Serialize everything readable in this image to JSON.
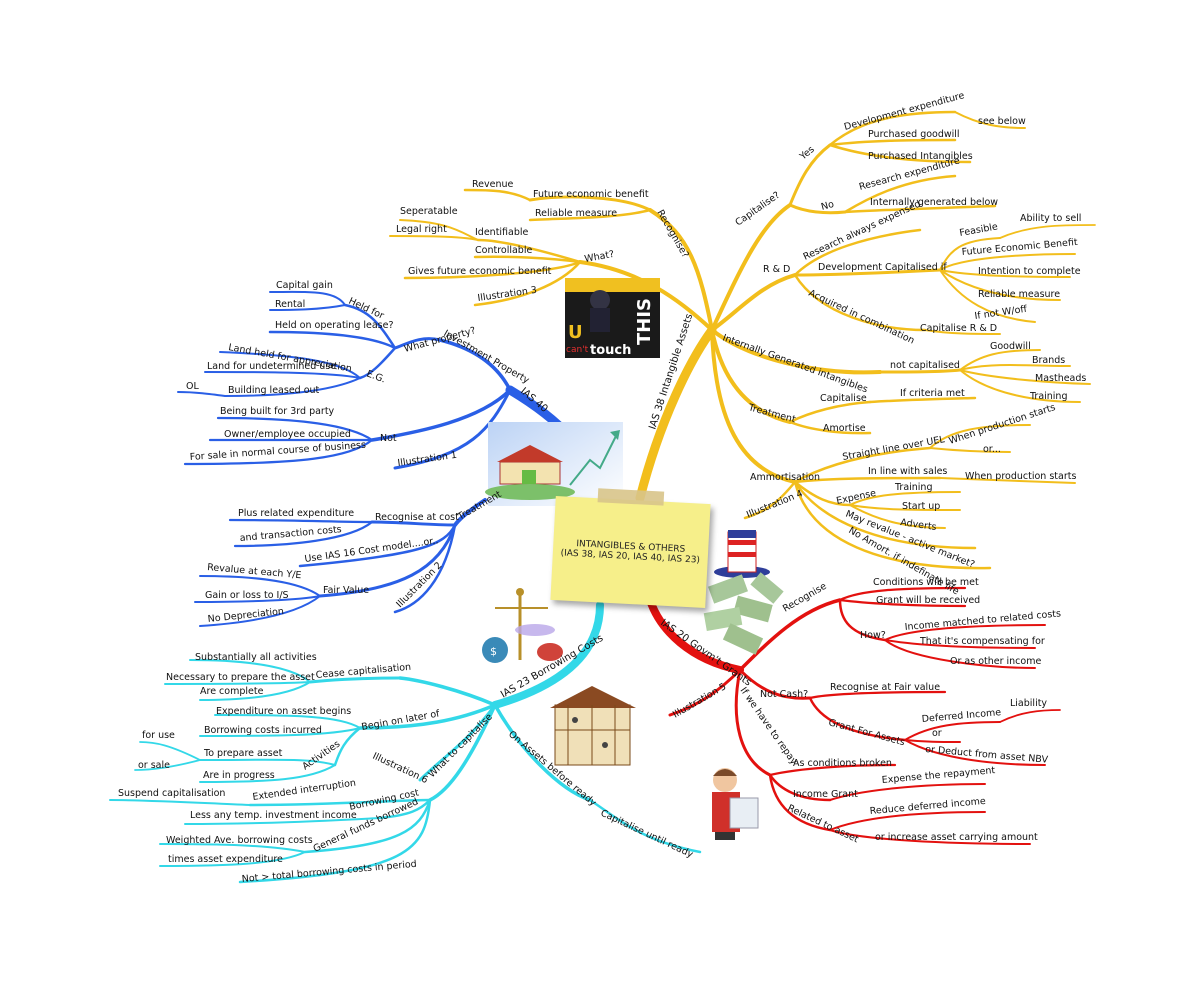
{
  "center": {
    "title": "INTANGIBLES & OTHERS",
    "subtitle": "(IAS 38, IAS 20, IAS 40, IAS 23)"
  },
  "colors": {
    "ias38": "#f2be1c",
    "ias40": "#2a5fe6",
    "ias20": "#e3110f",
    "ias23": "#33d8e8"
  },
  "images": {
    "ias38": "U can't touch THIS poster",
    "ias40": "house with rising chart",
    "ias20": "uncle sam hat with dollar bills",
    "ias23": "scales of justice",
    "ias23b": "house under construction",
    "ias20b": "worried person reading papers"
  },
  "ias38": {
    "main": "IAS 38 Intangible Assets",
    "recognise": "Recognise?",
    "future_economic_benefit": "Future economic benefit",
    "revenue": "Revenue",
    "reliable_measure": "Reliable measure",
    "what": "What?",
    "identifiable": "Identifiable",
    "seperatable": "Seperatable",
    "legal_right": "Legal right",
    "controllable": "Controllable",
    "gives_future": "Gives future economic benefit",
    "illustration3": "Illustration 3",
    "capitalise_q": "Capitalise?",
    "yes": "Yes",
    "development_expenditure": "Development expenditure",
    "see_below": "see below",
    "purchased_goodwill": "Purchased goodwill",
    "purchased_intangibles": "Purchased Intangibles",
    "no": "No",
    "research_expenditure": "Research expenditure",
    "internally_generated_below": "Internally generated below",
    "rd": "R & D",
    "research_always": "Research always expensed",
    "development_cap_if": "Development Capitalised if",
    "feasible": "Feasible",
    "ability_to_sell": "Ability to sell",
    "future_eco_benefit": "Future Economic Benefit",
    "intention": "Intention to complete",
    "reliable_measure2": "Reliable measure",
    "if_not": "If not W/off",
    "acquired_combination": "Acquired in combination",
    "capitalise_rd": "Capitalise R & D",
    "internally_generated": "Internally Generated intangibles",
    "not_capitalised": "not capitalised",
    "goodwill": "Goodwill",
    "brands": "Brands",
    "mastheads": "Mastheads",
    "training": "Training",
    "treatment": "Treatment",
    "capitalise": "Capitalise",
    "if_criteria": "If criteria met",
    "amortise": "Amortise",
    "ammortisation": "Ammortisation",
    "straight_line": "Straight line over UEL",
    "when_production": "When production starts",
    "or": "or...",
    "in_line_sales": "In line with sales",
    "when_production2": "When production starts",
    "expense": "Expense",
    "training2": "Training",
    "start_up": "Start up",
    "adverts": "Adverts",
    "may_revalue": "May revalue - active market?",
    "no_amort": "No Amort. if indefinate life",
    "illustration4": "Illustration 4"
  },
  "ias40": {
    "main": "IAS 40",
    "investment_property": "Investment Property",
    "what_property": "What property?",
    "held_for": "Held for",
    "capital_gain": "Capital gain",
    "rental": "Rental",
    "held_operating": "Held on operating lease?",
    "eg": "E.G.",
    "land_appreciation": "Land held for appreciation",
    "land_undetermined": "Land for undetermined use",
    "building_leased": "Building leased out",
    "ol": "OL",
    "not": "Not",
    "being_built": "Being built for 3rd party",
    "owner_occupied": "Owner/employee occupied",
    "for_sale": "For sale in normal course of business",
    "illustration1": "Illustration 1",
    "treatment": "Treatment",
    "recognise_cost": "Recognise at cost",
    "plus_related": "Plus related expenditure",
    "transaction_costs": "and transaction costs",
    "use_ias16": "Use IAS 16 Cost model....or..",
    "fair_value": "Fair Value",
    "revalue": "Revalue at each Y/E",
    "gain_loss": "Gain or loss to I/S",
    "no_depreciation": "No Depreciation",
    "illustration2": "Illustration 2"
  },
  "ias20": {
    "main": "IAS 20 Govm't Grants",
    "recognise": "Recognise",
    "conditions_met": "Conditions will be met",
    "grant_received": "Grant will be received",
    "how": "How?",
    "income_matched": "Income matched to related costs",
    "compensating": "That it's compensating for",
    "other_income": "Or as other income",
    "illustration5": "Illustration 5",
    "not_cash": "Not Cash?",
    "recognise_fv": "Recognise at Fair value",
    "grant_assets": "Grant For Assets",
    "deferred_income": "Deferred Income",
    "liability": "Liability",
    "or": "or",
    "deduct_nbv": "or Deduct from asset NBV",
    "have_to_repay": "If we have to repay",
    "conditions_broken": "As conditions broken",
    "income_grant": "Income Grant",
    "expense_repayment": "Expense the repayment",
    "related_asset": "Related to asset",
    "reduce_deferred": "Reduce deferred income",
    "increase_asset": "or increase asset carrying amount"
  },
  "ias23": {
    "main": "IAS 23 Borrowing Costs",
    "cease": "Cease capitalisation",
    "substantially": "Substantially all activities",
    "necessary": "Necessary to prepare the asset",
    "are_complete": "Are complete",
    "begin": "Begin on later of",
    "expenditure_begins": "Expenditure on asset begins",
    "borrowing_incurred": "Borrowing costs incurred",
    "activities": "Activities",
    "to_prepare": "To prepare asset",
    "for_use": "for use",
    "or_sale": "or sale",
    "in_progress": "Are in progress",
    "illustration6": "Illustration 6",
    "what_capitalise": "What to capitalise",
    "extended": "Extended interruption",
    "suspend": "Suspend capitalisation",
    "borrowing_cost": "Borrowing cost",
    "less_temp": "Less any temp. investment income",
    "general_funds": "General funds borrowed",
    "weighted": "Weighted Ave. borrowing costs",
    "times_asset": "times asset expenditure",
    "not_gt": "Not > total borrowing costs in period",
    "on_assets": "On Assets before ready",
    "capitalise_until": "Capitalise until ready"
  }
}
